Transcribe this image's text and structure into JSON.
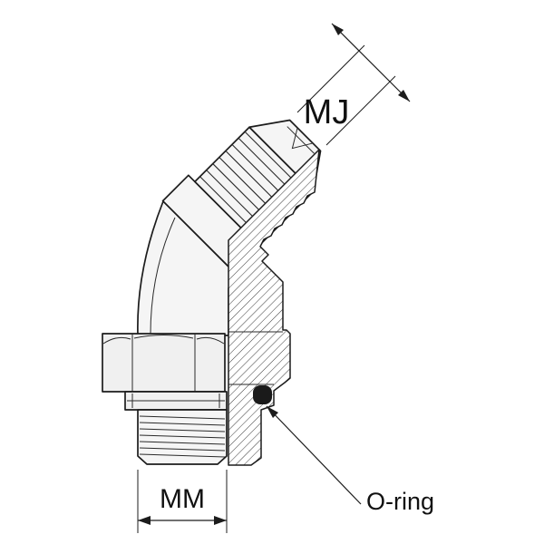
{
  "labels": {
    "mj": "MJ",
    "mm": "MM",
    "oring": "O-ring"
  },
  "colors": {
    "background": "#ffffff",
    "line": "#1c1c1c",
    "body_fill": "#f5f5f5",
    "section_fill": "#ffffff",
    "hatch_line": "#3a3a3a",
    "oring_fill": "#1a1a1a"
  }
}
